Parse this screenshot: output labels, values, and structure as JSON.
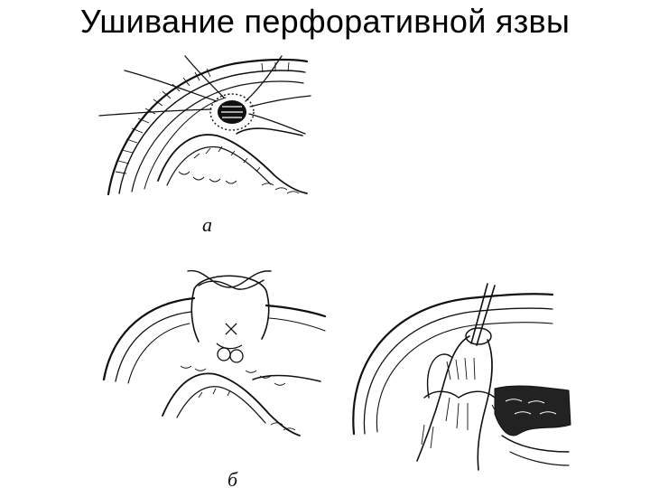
{
  "slide": {
    "title": "Ушивание перфоративной язвы",
    "background": "#ffffff",
    "ink": "#111111"
  },
  "figures": {
    "a": {
      "label": "а"
    },
    "b": {
      "label": "б"
    }
  }
}
